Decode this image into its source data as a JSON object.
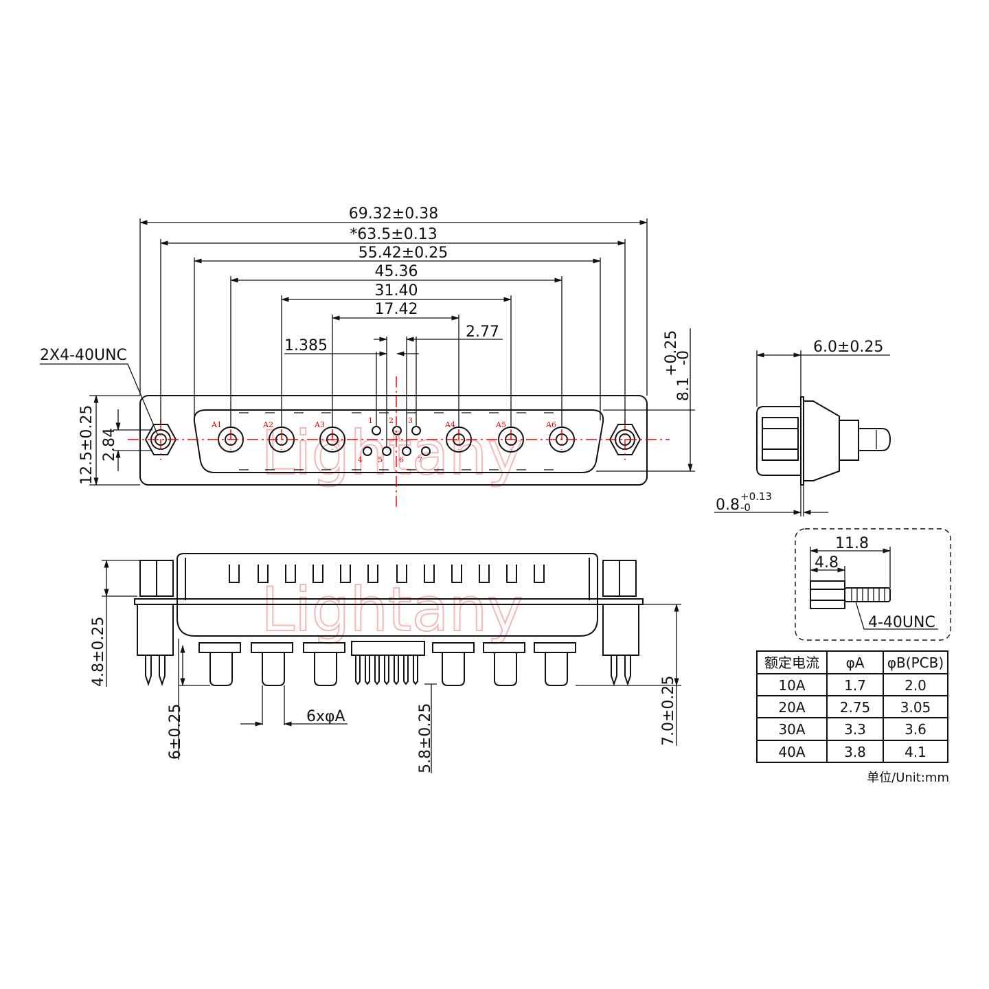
{
  "watermark": "Lightany",
  "front_view": {
    "dimensions": {
      "overall_width": "69.32±0.38",
      "mount_spacing": "*63.5±0.13",
      "shell_width": "55.42±0.25",
      "outer_contacts": "45.36",
      "mid_contacts": "31.40",
      "inner_contacts": "17.42",
      "signal_offset": "1.385",
      "signal_pitch": "2.77",
      "thread": "2X4-40UNC",
      "flange_height": "12.5±0.25",
      "row_spacing": "2.84",
      "height_tol": "+0.25",
      "height_tol_low": "-0",
      "height_value": "8.1"
    },
    "power_contacts": [
      "A1",
      "A2",
      "A3",
      "A4",
      "A5",
      "A6"
    ],
    "signal_contacts": [
      "1",
      "2",
      "3",
      "4",
      "5",
      "6",
      "7"
    ]
  },
  "side_view": {
    "depth": "6.0±0.25",
    "flange_thickness": "0.8",
    "flange_tol_high": "+0.13",
    "flange_tol_low": "-0"
  },
  "screw_detail": {
    "length": "11.8",
    "head_length": "4.8",
    "thread": "4-40UNC"
  },
  "bottom_view": {
    "standoff_height": "4.8±0.25",
    "pin_length_left": "6±0.25",
    "pin_diameter": "6xφA",
    "signal_pin_length": "5.8±0.25",
    "power_pin_length": "7.0±0.25"
  },
  "spec_table": {
    "headers": [
      "额定电流",
      "φA",
      "φB(PCB)"
    ],
    "rows": [
      [
        "10A",
        "1.7",
        "2.0"
      ],
      [
        "20A",
        "2.75",
        "3.05"
      ],
      [
        "30A",
        "3.3",
        "3.6"
      ],
      [
        "40A",
        "3.8",
        "4.1"
      ]
    ],
    "unit_note": "单位/Unit:mm"
  }
}
